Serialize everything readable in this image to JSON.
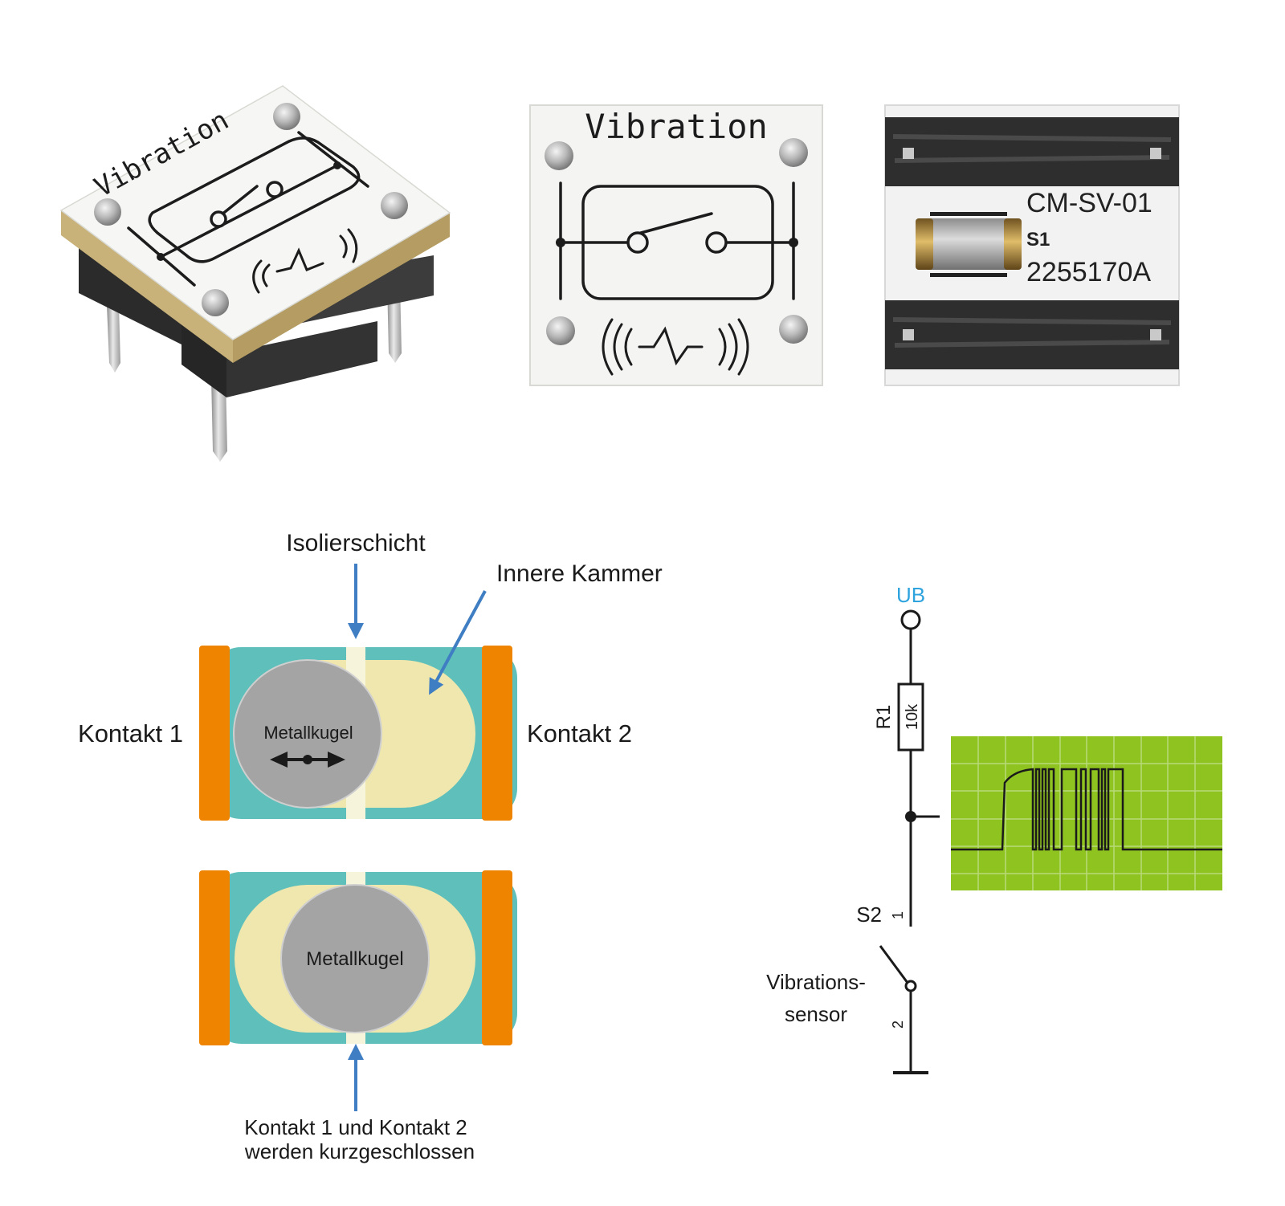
{
  "photos": {
    "module_label_angled": "Vibration",
    "module_label_front": "Vibration",
    "back_line1": "CM-SV-01",
    "back_line2": "S1",
    "back_line3": "2255170A"
  },
  "cross_section": {
    "label_insulation": "Isolierschicht",
    "label_inner_chamber": "Innere Kammer",
    "label_contact1": "Kontakt 1",
    "label_contact2": "Kontakt 2",
    "ball_label_top": "Metallkugel",
    "ball_label_bottom": "Metallkugel",
    "caption_line1": "Kontakt 1 und Kontakt 2",
    "caption_line2": "werden kurzgeschlossen"
  },
  "schematic": {
    "supply_label": "UB",
    "resistor_ref": "R1",
    "resistor_value": "10k",
    "switch_ref": "S2",
    "pin1": "1",
    "pin2": "2",
    "switch_desc_line1": "Vibrations-",
    "switch_desc_line2": "sensor"
  },
  "colors": {
    "contact_orange": "#ee8400",
    "housing_teal": "#5fc0bb",
    "chamber_cream": "#efe7ad",
    "insulation": "#f7f4dc",
    "ball_gray": "#a4a4a4",
    "arrow_blue": "#3f7ec2",
    "scope_green": "#8fc31f",
    "ub_blue": "#2ea3de"
  }
}
